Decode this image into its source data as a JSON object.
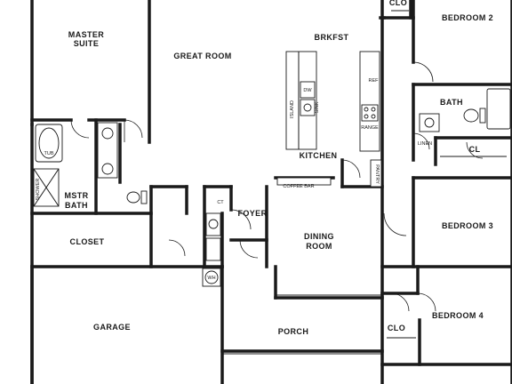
{
  "rooms": {
    "master_suite_1": "MASTER",
    "master_suite_2": "SUITE",
    "great_room": "GREAT ROOM",
    "brkfst": "BRKFST",
    "bedroom2": "BEDROOM 2",
    "clo_top": "CLO",
    "bath": "BATH",
    "linen": "LINEN",
    "cl": "CL",
    "kitchen": "KITCHEN",
    "island": "ISLAND",
    "coffee_bar": "COFFEE BAR",
    "pantry": "PANTRY",
    "mstr_bath_1": "MSTR",
    "mstr_bath_2": "BATH",
    "closet": "CLOSET",
    "foyer": "FOYER",
    "ct": "CT",
    "dining_1": "DINING",
    "dining_2": "ROOM",
    "bedroom3": "BEDROOM 3",
    "garage": "GARAGE",
    "porch": "PORCH",
    "bedroom4": "BEDROOM 4",
    "clo_bottom": "CLO"
  },
  "fixtures": {
    "tub": "TUB",
    "shower": "SHOWER",
    "dw": "DW",
    "sink": "SINK",
    "ref": "REF",
    "range": "RANGE",
    "wh": "WH"
  }
}
